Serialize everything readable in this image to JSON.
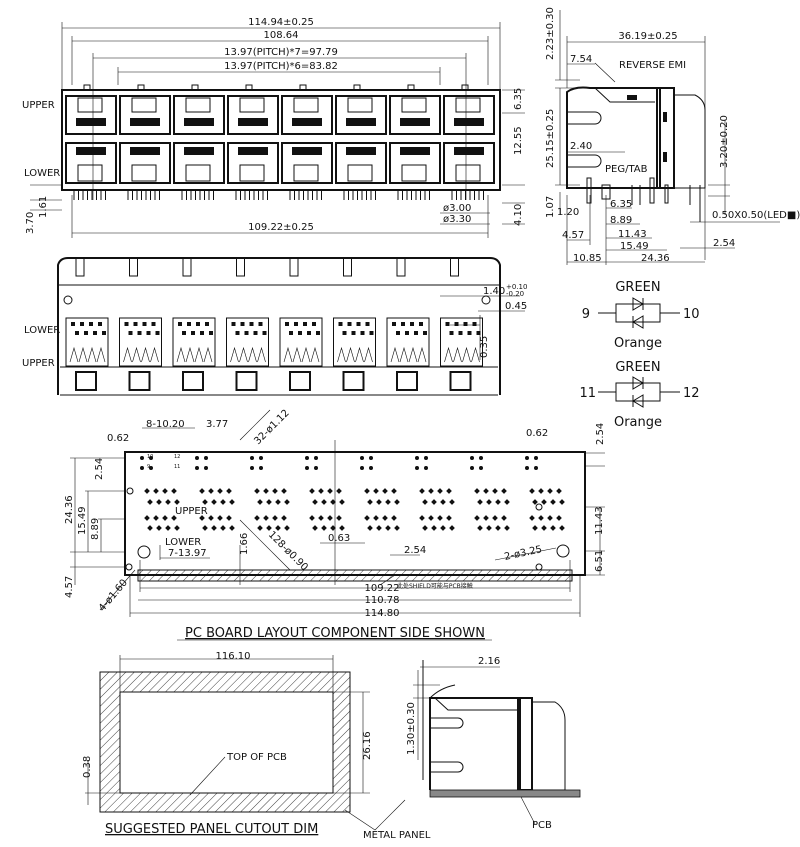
{
  "front_view": {
    "dim_overall": "114.94±0.25",
    "dim_inner": "108.64",
    "dim_pitch7": "13.97(PITCH)*7=97.79",
    "dim_pitch6": "13.97(PITCH)*6=83.82",
    "label_upper": "UPPER",
    "label_lower": "LOWER",
    "dim_635": "6.35",
    "dim_1255": "12.55",
    "dim_410": "4.10",
    "dim_370": "3.70",
    "dim_161": "1.61",
    "dim_d300": "ø3.00",
    "dim_d330": "ø3.30",
    "dim_pins": "109.22±0.25",
    "port_count": 8
  },
  "side_view": {
    "dim_depth": "36.19±0.25",
    "dim_223": "2.23±0.30",
    "dim_754": "7.54",
    "reverse_emi": "REVERSE EMI",
    "dim_height": "25.15±0.25",
    "dim_240": "2.40",
    "peg_tab": "PEG/TAB",
    "dim_320": "3.20±0.20",
    "dim_107": "1.07",
    "dim_120": "1.20",
    "dim_635": "6.35",
    "dim_889": "8.89",
    "dim_1143": "11.43",
    "dim_457": "4.57",
    "dim_1549": "15.49",
    "dim_1085": "10.85",
    "dim_2436": "24.36",
    "led_pin": "0.50X0.50(LED■)",
    "dim_254": "2.54"
  },
  "led_diagrams": [
    {
      "top": "GREEN",
      "left_pin": "9",
      "right_pin": "10",
      "bottom": "Orange"
    },
    {
      "top": "GREEN",
      "left_pin": "11",
      "right_pin": "12",
      "bottom": "Orange"
    }
  ],
  "rear_view": {
    "label_lower": "LOWER",
    "label_upper": "UPPER",
    "dim_140": "1.40",
    "dim_140_tol_plus": "+0.10",
    "dim_140_tol_minus": "-0.20",
    "dim_045": "0.45",
    "dim_035": "0.35"
  },
  "pcb_layout": {
    "dim_810": "8-10.20",
    "dim_377": "3.77",
    "dim_062_left": "0.62",
    "dim_32holes": "32-ø1.12",
    "dim_062_right": "0.62",
    "dim_254_right": "2.54",
    "dim_2436": "24.36",
    "dim_1549": "15.49",
    "dim_889": "8.89",
    "dim_254_left": "2.54",
    "label_upper": "UPPER",
    "label_lower": "LOWER",
    "dim_713": "7-13.97",
    "dim_166": "1.66",
    "dim_128holes": "128-ø0.90",
    "dim_063": "0.63",
    "dim_254_mid": "2.54",
    "dim_2holes": "2-ø3.25",
    "dim_1143": "11.43",
    "dim_651": "6.51",
    "dim_457": "4.57",
    "dim_4holes": "4-ø1.60",
    "dim_10922": "109.22",
    "dim_11078": "110.78",
    "dim_11480": "114.80",
    "shield_note": "此处SHIELD可能与PCB接触",
    "pin_labels": [
      "10",
      "9",
      "12",
      "11"
    ],
    "title": "PC BOARD LAYOUT COMPONENT SIDE SHOWN"
  },
  "panel_cutout": {
    "dim_width": "116.10",
    "dim_height": "26.16",
    "dim_038": "0.38",
    "top_of_pcb": "TOP OF PCB",
    "title": "SUGGESTED PANEL CUTOUT DIM",
    "metal_panel": "METAL PANEL",
    "dim_216": "2.16",
    "dim_130": "1.30±0.30",
    "pcb": "PCB"
  }
}
